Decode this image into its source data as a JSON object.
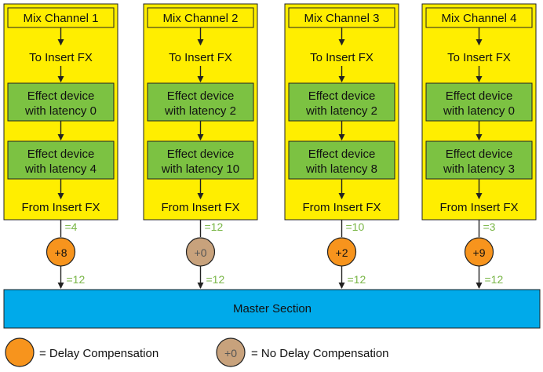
{
  "colors": {
    "channel_fill": "#ffee00",
    "effect_fill": "#7cc242",
    "master_fill": "#00aaea",
    "comp_orange": "#f7941d",
    "comp_none": "#c8a27c",
    "sum_text": "#7ab648",
    "stroke": "#222222"
  },
  "channels": [
    {
      "title": "Mix Channel 1",
      "to_insert": "To Insert FX",
      "effects": [
        {
          "line1": "Effect device",
          "line2": "with latency 0"
        },
        {
          "line1": "Effect device",
          "line2": "with latency 4"
        }
      ],
      "from_insert": "From Insert FX",
      "sum_before": "=4",
      "comp_value": "+8",
      "comp_type": "delay",
      "sum_after": "=12"
    },
    {
      "title": "Mix Channel 2",
      "to_insert": "To Insert FX",
      "effects": [
        {
          "line1": "Effect device",
          "line2": "with latency 2"
        },
        {
          "line1": "Effect device",
          "line2": "with latency 10"
        }
      ],
      "from_insert": "From Insert FX",
      "sum_before": "=12",
      "comp_value": "+0",
      "comp_type": "none",
      "sum_after": "=12"
    },
    {
      "title": "Mix Channel 3",
      "to_insert": "To Insert FX",
      "effects": [
        {
          "line1": "Effect device",
          "line2": "with latency 2"
        },
        {
          "line1": "Effect device",
          "line2": "with latency 8"
        }
      ],
      "from_insert": "From Insert FX",
      "sum_before": "=10",
      "comp_value": "+2",
      "comp_type": "delay",
      "sum_after": "=12"
    },
    {
      "title": "Mix Channel 4",
      "to_insert": "To Insert FX",
      "effects": [
        {
          "line1": "Effect device",
          "line2": "with latency 0"
        },
        {
          "line1": "Effect device",
          "line2": "with latency 3"
        }
      ],
      "from_insert": "From Insert FX",
      "sum_before": "=3",
      "comp_value": "+9",
      "comp_type": "delay",
      "sum_after": "=12"
    }
  ],
  "master": {
    "label": "Master Section"
  },
  "legend": {
    "delay_label": "= Delay Compensation",
    "none_symbol": "+0",
    "none_label": "= No Delay Compensation"
  }
}
